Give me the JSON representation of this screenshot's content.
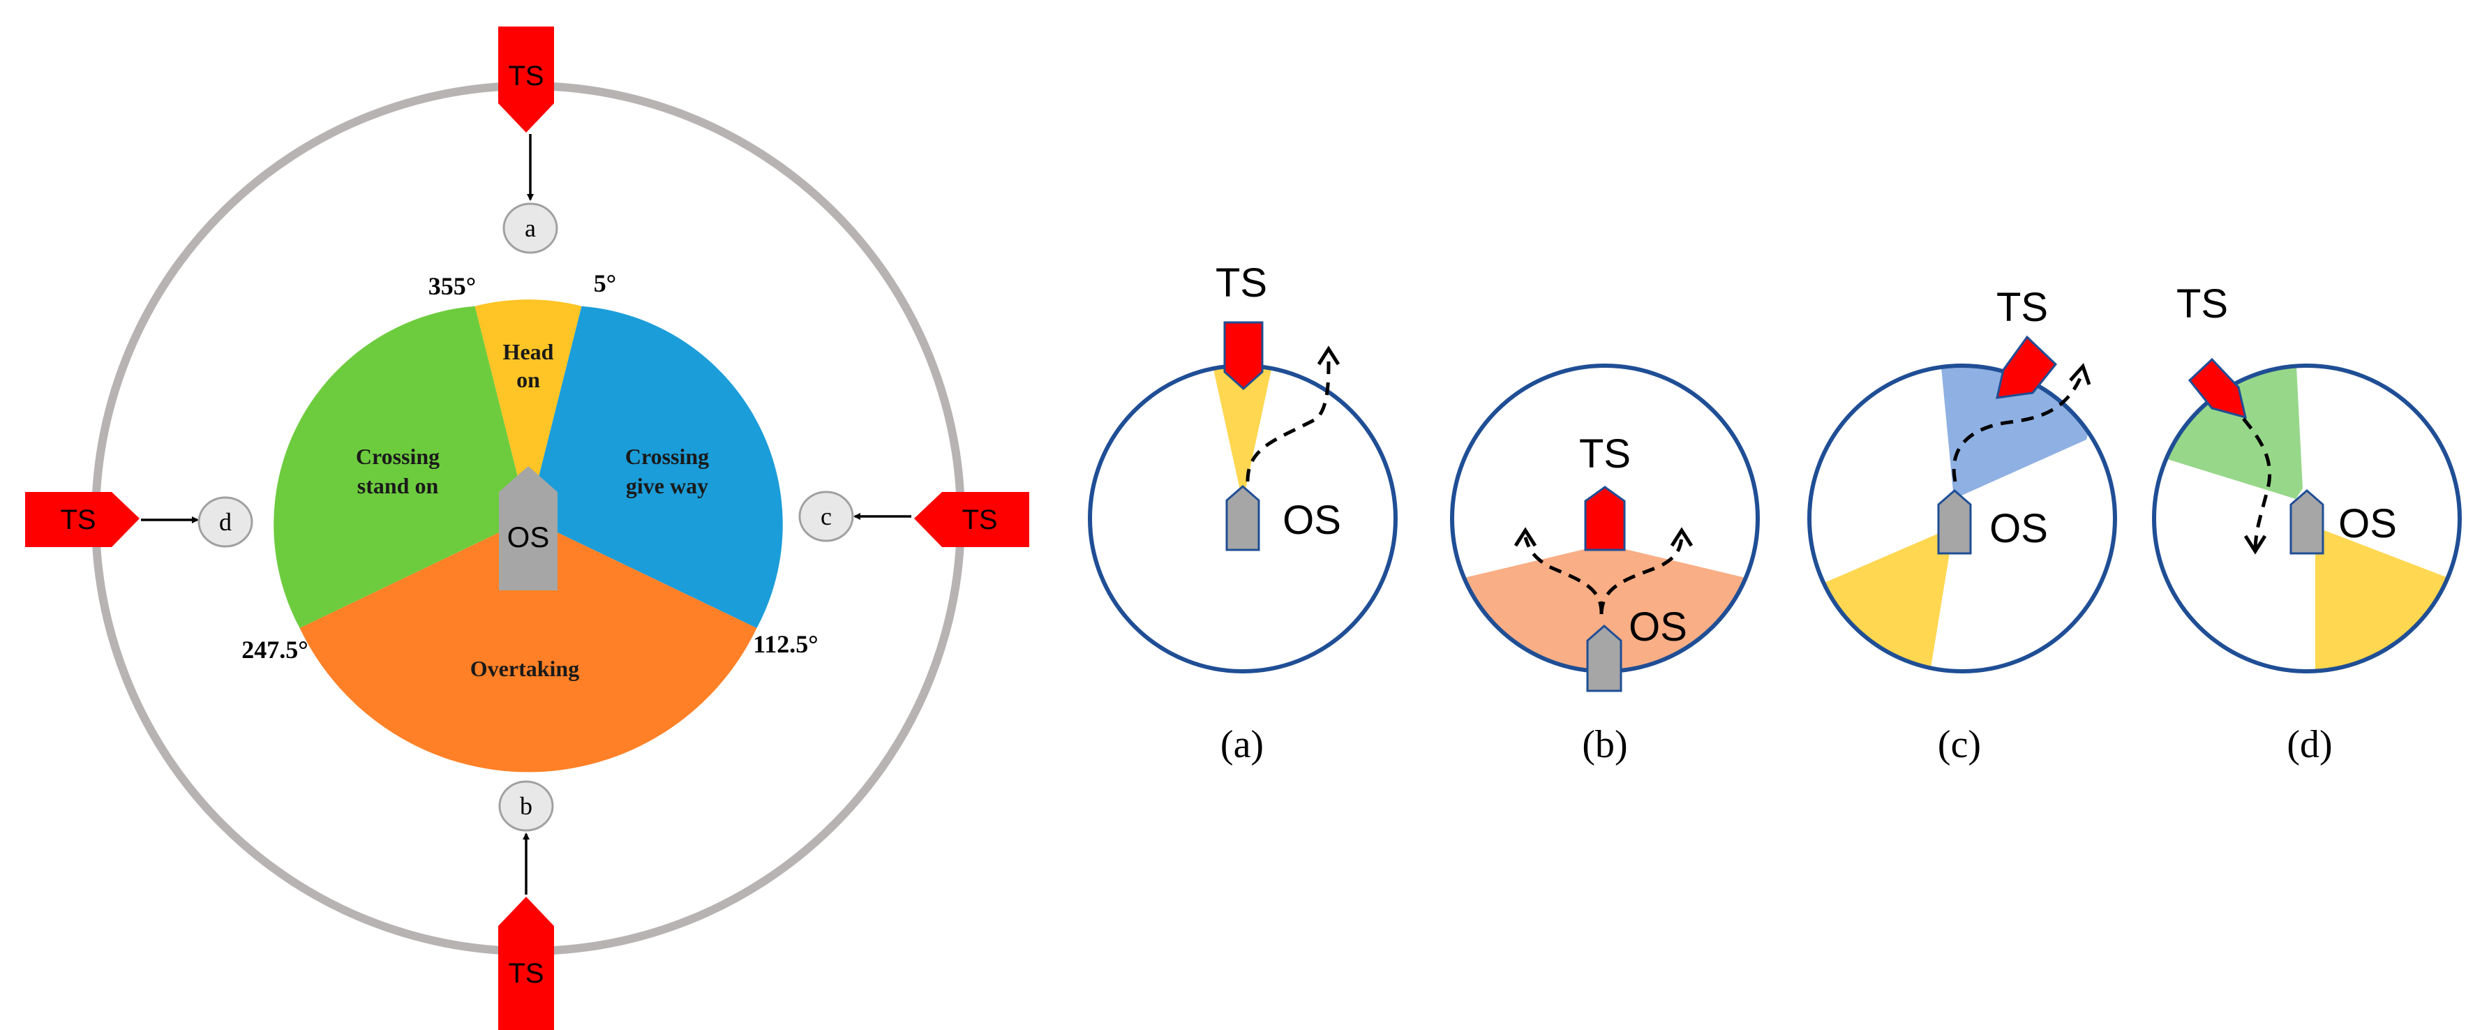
{
  "main_diagram": {
    "sectors": [
      {
        "id": "head_on",
        "line1": "Head",
        "line2": "on",
        "color": "#FFC425"
      },
      {
        "id": "crossing_give_way",
        "line1": "Crossing",
        "line2": "give way",
        "color": "#1B9DD9"
      },
      {
        "id": "overtaking",
        "line1": "Overtaking",
        "line2": "",
        "color": "#FF8026"
      },
      {
        "id": "crossing_stand_on",
        "line1": "Crossing",
        "line2": "stand on",
        "color": "#6DCC3E"
      }
    ],
    "angle_labels": {
      "a355": "355°",
      "a5": "5°",
      "a112": "112.5°",
      "a247": "247.5°"
    },
    "own_ship_label": "OS",
    "target_ship_label": "TS",
    "position_markers": {
      "a": "a",
      "b": "b",
      "c": "c",
      "d": "d"
    },
    "ring_color": "#B8B3B3",
    "ship_red": "#FF0000",
    "ship_gray": "#A6A6A6"
  },
  "panels": [
    {
      "id": "a",
      "caption": "(a)",
      "ts": "TS",
      "os": "OS"
    },
    {
      "id": "b",
      "caption": "(b)",
      "ts": "TS",
      "os": "OS"
    },
    {
      "id": "c",
      "caption": "(c)",
      "ts": "TS",
      "os": "OS"
    },
    {
      "id": "d",
      "caption": "(d)",
      "ts": "TS",
      "os": "OS"
    }
  ],
  "panel_colors": {
    "circle": "#1F4E95",
    "head_on": "#FFD750",
    "overtaking": "#F9AE86",
    "give_way": "#8FB0E2",
    "stand_on": "#97D78A"
  }
}
